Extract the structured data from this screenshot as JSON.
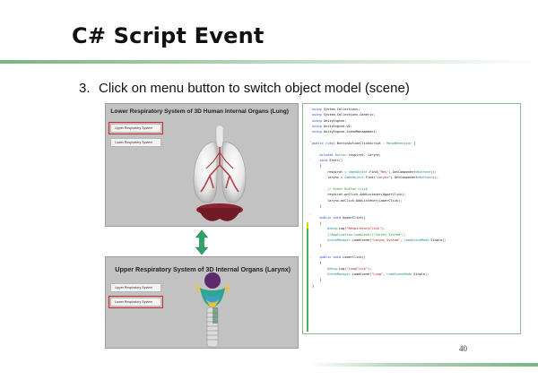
{
  "slide": {
    "title": "C# Script Event",
    "step_number": "3.",
    "step_text": "Click on menu button to switch object model (scene)",
    "page_number": "40"
  },
  "lung_screenshot": {
    "caption": "Lower Respiratory System of 3D Human Internal Organs (Lung)",
    "buttons": [
      "Upper Respiratory System",
      "Lower Respiratory System"
    ],
    "highlighted_button_index": 0
  },
  "larynx_screenshot": {
    "caption": "Upper Respiratory System of 3D Internal Organs (Larynx)",
    "buttons": [
      "Upper Respiratory System",
      "Lower Respiratory System"
    ],
    "highlighted_button_index": 1
  },
  "code": {
    "lines": [
      "using System.Collections;",
      "using System.Collections.Generic;",
      "using UnityEngine;",
      "using UnityEngine.UI;",
      "using UnityEngine.SceneManagement;",
      "",
      "public class ButtonActionClickScript : MonoBehaviour {",
      "",
      "    private Button respirat, larynx;",
      "    void Start()",
      "    {",
      "        respirat = GameObject.Find(\"Res\").GetComponent<Button>();",
      "        larynx = GameObject.Find(\"Larynx\").GetComponent<Button>();",
      "",
      "        // Event Button click",
      "        respirat.onClick.AddListener(UpperClick);",
      "        larynx.onClick.AddListener(LowerClick);",
      "    }",
      "",
      "    public void UpperClick()",
      "    {",
      "        Debug.Log(\"RespiratoryClick\");",
      "        //Application.LoadLevel(\"Larynx_System\");",
      "        SceneManager.LoadScene(\"Larynx_System\", LoadSceneMode.Single);",
      "    }",
      "",
      "    public void LowerClick()",
      "    {",
      "        Debug.Log(\"LungClick\");",
      "        SceneManager.LoadScene(\"Lung\", LoadSceneMode.Single);",
      "    }",
      "}"
    ]
  },
  "colors": {
    "accent_green": "#7bb383",
    "highlight_red": "#d1272a",
    "keyword_blue": "#1f3fcf",
    "type_teal": "#1c8d8d",
    "string_red": "#a31515",
    "comment_green": "#2b8a2b"
  },
  "icons": {
    "swap_arrow": "double-vertical-arrow-icon",
    "lung_model": "lung-3d-model",
    "larynx_model": "larynx-3d-model"
  }
}
